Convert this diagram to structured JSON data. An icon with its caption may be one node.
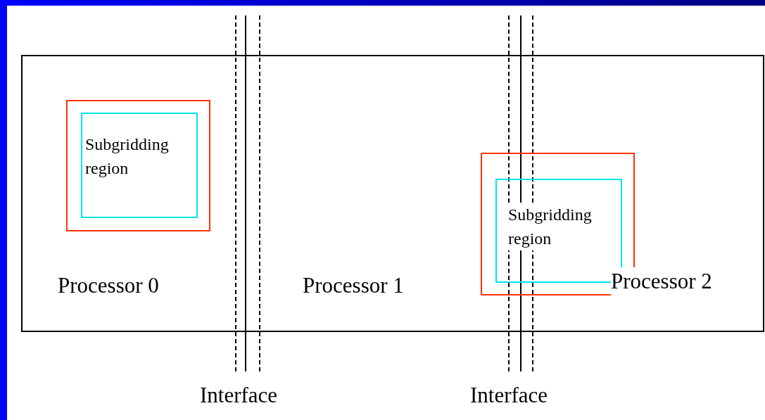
{
  "diagram": {
    "nodes": [
      {
        "text": [],
        "shape": "box"
      },
      {
        "text": [],
        "shape": "box",
        "in": 0
      },
      {
        "text": [
          "Subgridding region"
        ],
        "in": 1
      },
      {
        "text": [],
        "shape": "box",
        "in": 0
      },
      {
        "text": [
          "Subgridding region"
        ],
        "in": 3
      }
    ],
    "edges": [],
    "labels": [
      "Processor 0",
      "Processor 1",
      "Processor 2",
      "Interface",
      "Interface"
    ]
  }
}
